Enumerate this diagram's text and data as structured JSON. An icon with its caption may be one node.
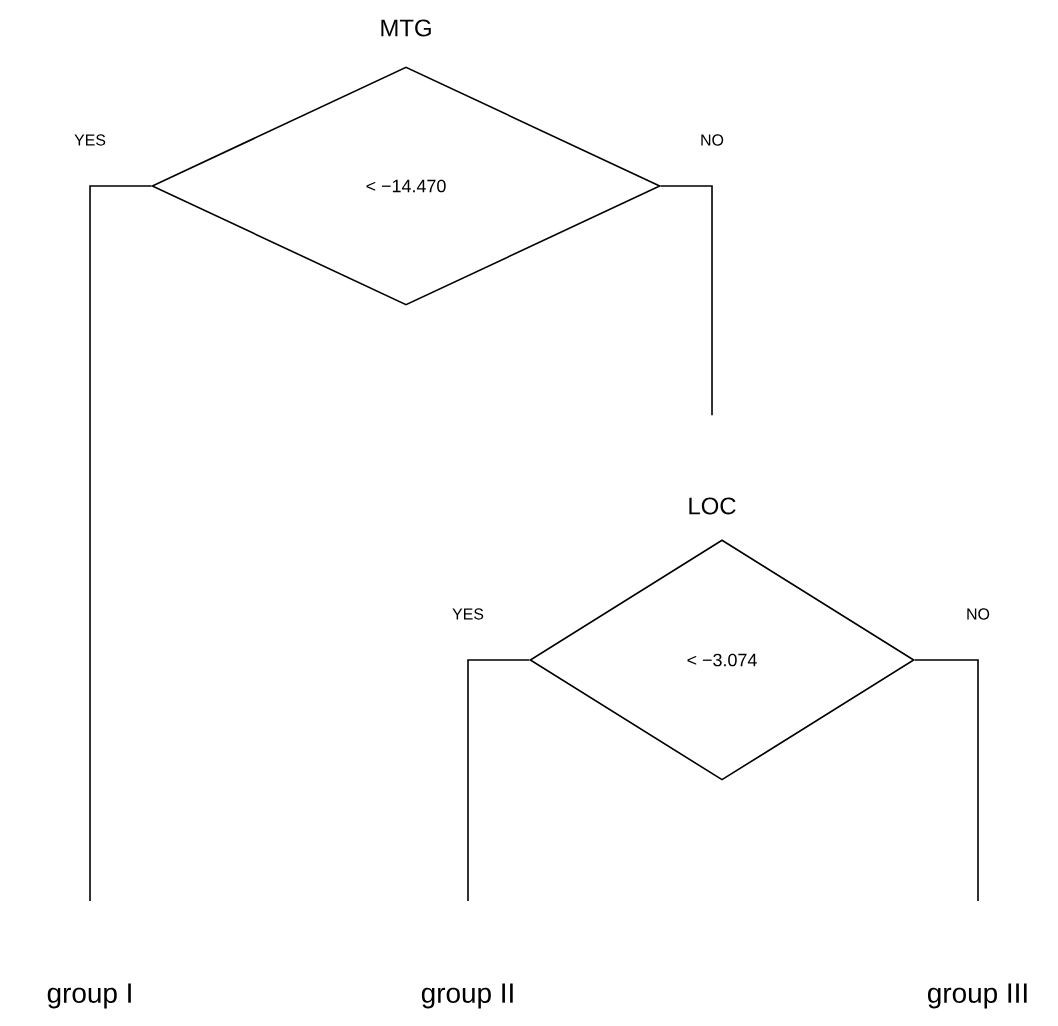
{
  "diagram": {
    "nodes": [
      {
        "text": [
          "MTG",
          "< −14.470"
        ]
      },
      {
        "text": [
          "LOC",
          "< −3.074"
        ]
      },
      {
        "text": [
          "group I"
        ]
      },
      {
        "text": [
          "group II"
        ]
      },
      {
        "text": [
          "group III"
        ]
      }
    ],
    "edges": [
      {
        "from": 0,
        "to": 2,
        "arrow": "none",
        "label": "YES"
      },
      {
        "from": 0,
        "to": 1,
        "arrow": "none",
        "label": "NO"
      },
      {
        "from": 1,
        "to": 3,
        "arrow": "none",
        "label": "YES"
      },
      {
        "from": 1,
        "to": 4,
        "arrow": "none",
        "label": "NO"
      }
    ]
  }
}
